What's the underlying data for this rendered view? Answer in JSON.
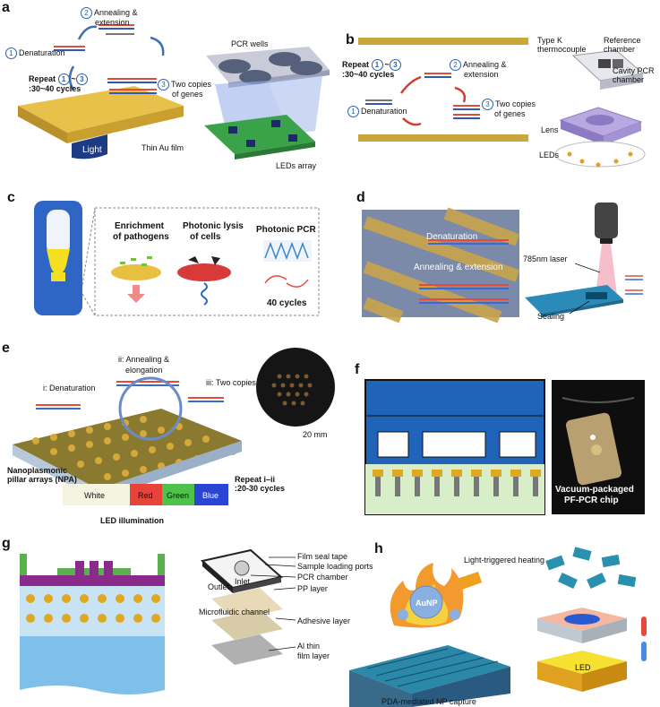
{
  "panels": {
    "a": {
      "label": "a",
      "denaturation": "Denaturation",
      "annealing": "Annealing &",
      "annealing2": "extension",
      "repeat": "Repeat",
      "repeat2": ":30~40 cycles",
      "copies": "Two copies",
      "copies2": "of genes",
      "light": "Light",
      "au_film": "Thin Au film",
      "pcr_wells": "PCR wells",
      "leds": "LEDs array",
      "n1": "1",
      "n2": "2",
      "n3": "3"
    },
    "b": {
      "label": "b",
      "repeat": "Repeat",
      "repeat2": ":30~40 cycles",
      "annealing": "Annealing &",
      "annealing2": "extension",
      "denaturation": "Denaturation",
      "copies": "Two copies",
      "copies2": "of genes",
      "thermo": "Type K",
      "thermo2": "thermocouple",
      "ref": "Reference",
      "ref2": "chamber",
      "cavity": "Cavity PCR",
      "cavity2": "chamber",
      "lens": "Lens",
      "leds": "LEDs",
      "n1": "1",
      "n2": "2",
      "n3": "3"
    },
    "c": {
      "label": "c",
      "enrich": "Enrichment",
      "enrich2": "of pathogens",
      "lysis": "Photonic lysis",
      "lysis2": "of cells",
      "pcr": "Photonic PCR",
      "cycles": "40 cycles"
    },
    "d": {
      "label": "d",
      "denaturation": "Denaturation",
      "annealing": "Annealing & extension",
      "laser": "785nm laser",
      "sealing": "Sealing"
    },
    "e": {
      "label": "e",
      "ann": "ii: Annealing &",
      "ann2": "elongation",
      "den": "i: Denaturation",
      "copies": "iii: Two copies",
      "scale": "20 mm",
      "npa": "Nanoplasmonic",
      "npa2": "pillar arrays (NPA)",
      "repeat": "Repeat i–ii",
      "repeat2": ":20-30 cycles",
      "white": "White",
      "red": "Red",
      "green": "Green",
      "blue": "Blue",
      "led": "LED illumination"
    },
    "f": {
      "label": "f",
      "vac": "Vacuum-packaged",
      "vac2": "PF-PCR chip"
    },
    "g": {
      "label": "g",
      "film_seal": "Film seal tape",
      "ports": "Sample loading ports",
      "chamber": "PCR chamber",
      "outlet": "Outlet",
      "inlet": "Inlet",
      "pp": "PP layer",
      "micro": "Microfluidic channel",
      "adhesive": "Adhesive layer",
      "al": "Al thin",
      "al2": "film layer"
    },
    "h": {
      "label": "h",
      "heating": "Light-triggered heating",
      "aunp": "AuNP",
      "led": "LED",
      "pda": "PDA-mediated NP capture"
    }
  },
  "colors": {
    "gold": "#d9b23a",
    "blue_dark": "#1f3f8f",
    "led_red": "#e8433a",
    "led_green": "#4fc24c",
    "led_blue": "#2a44d4"
  }
}
